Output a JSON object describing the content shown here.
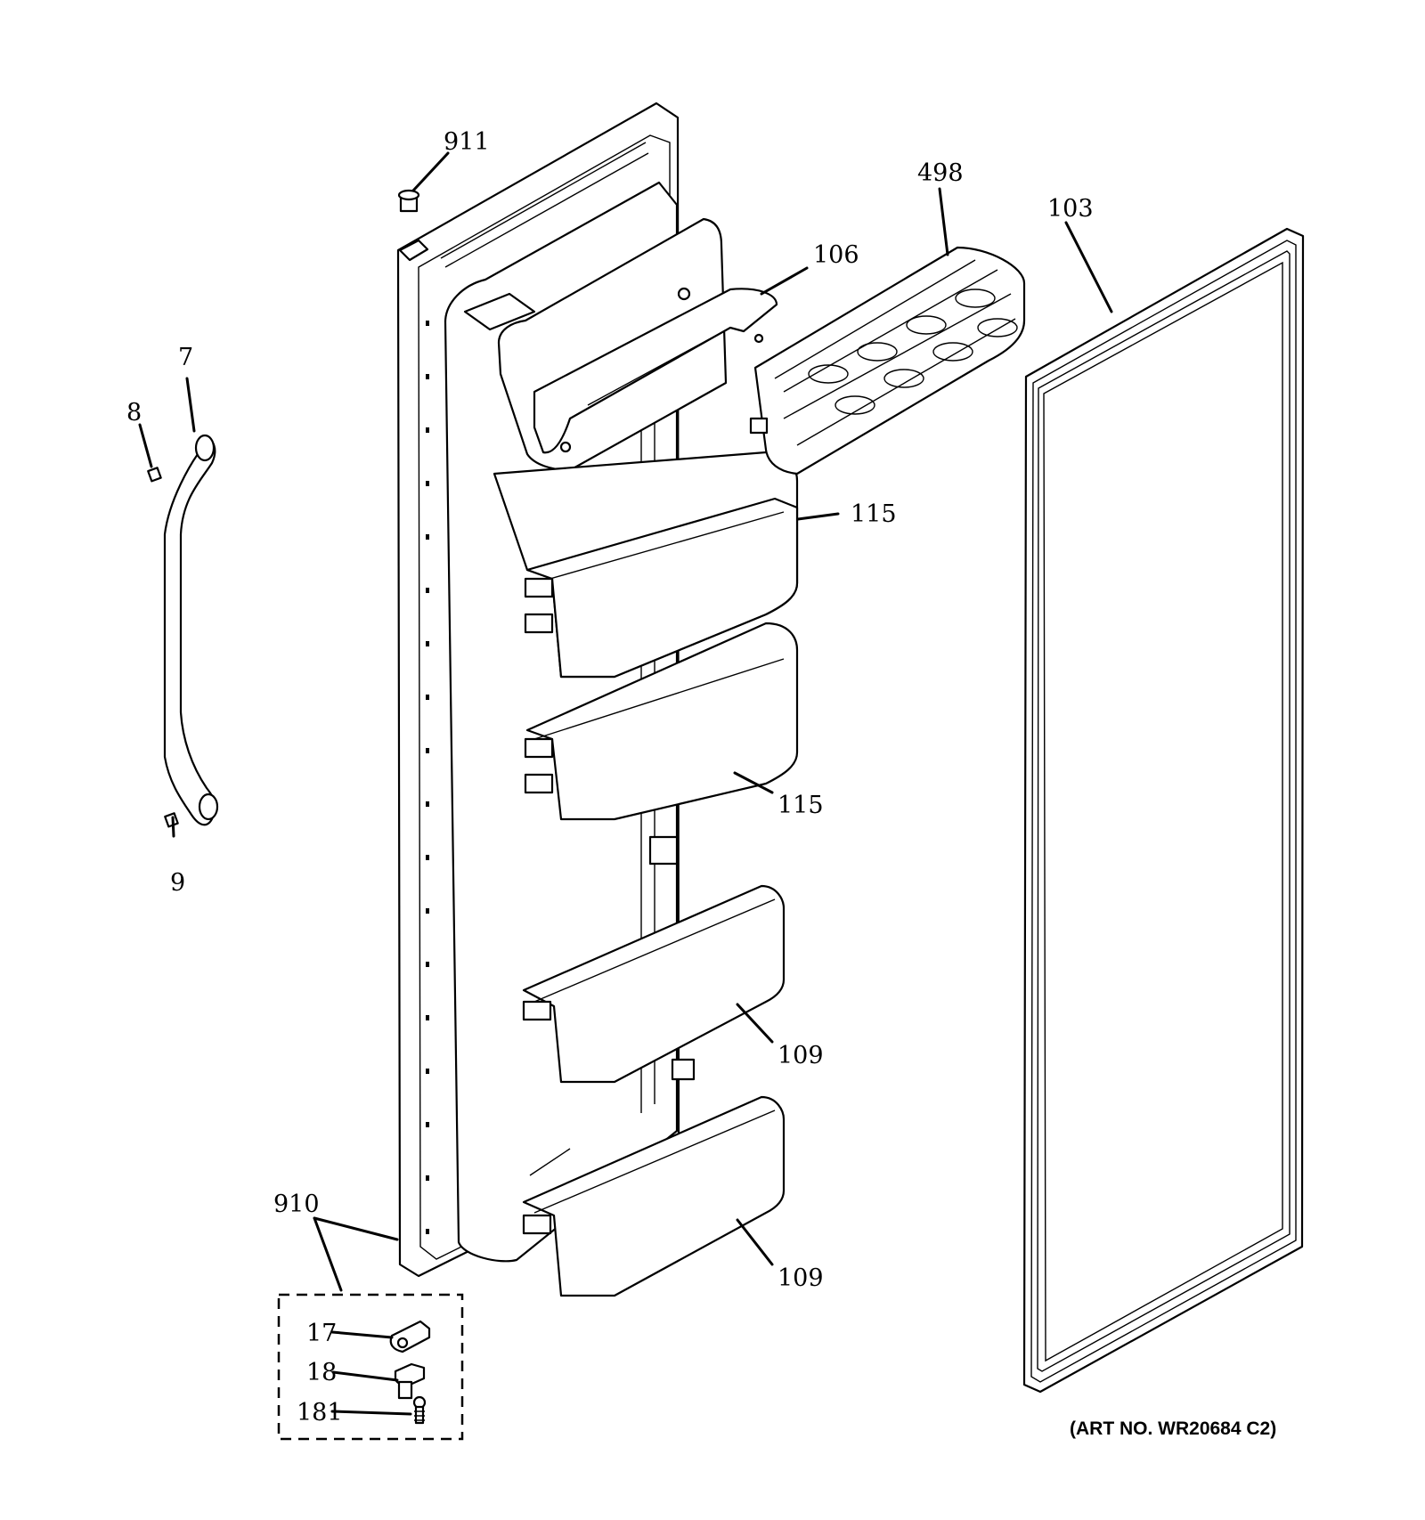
{
  "callouts": {
    "c911": "911",
    "c498": "498",
    "c103": "103",
    "c106": "106",
    "c7": "7",
    "c8": "8",
    "c115a": "115",
    "c115b": "115",
    "c9": "9",
    "c109a": "109",
    "c109b": "109",
    "c910": "910",
    "c17": "17",
    "c18": "18",
    "c181": "181"
  },
  "art_number": "(ART NO. WR20684 C2)"
}
